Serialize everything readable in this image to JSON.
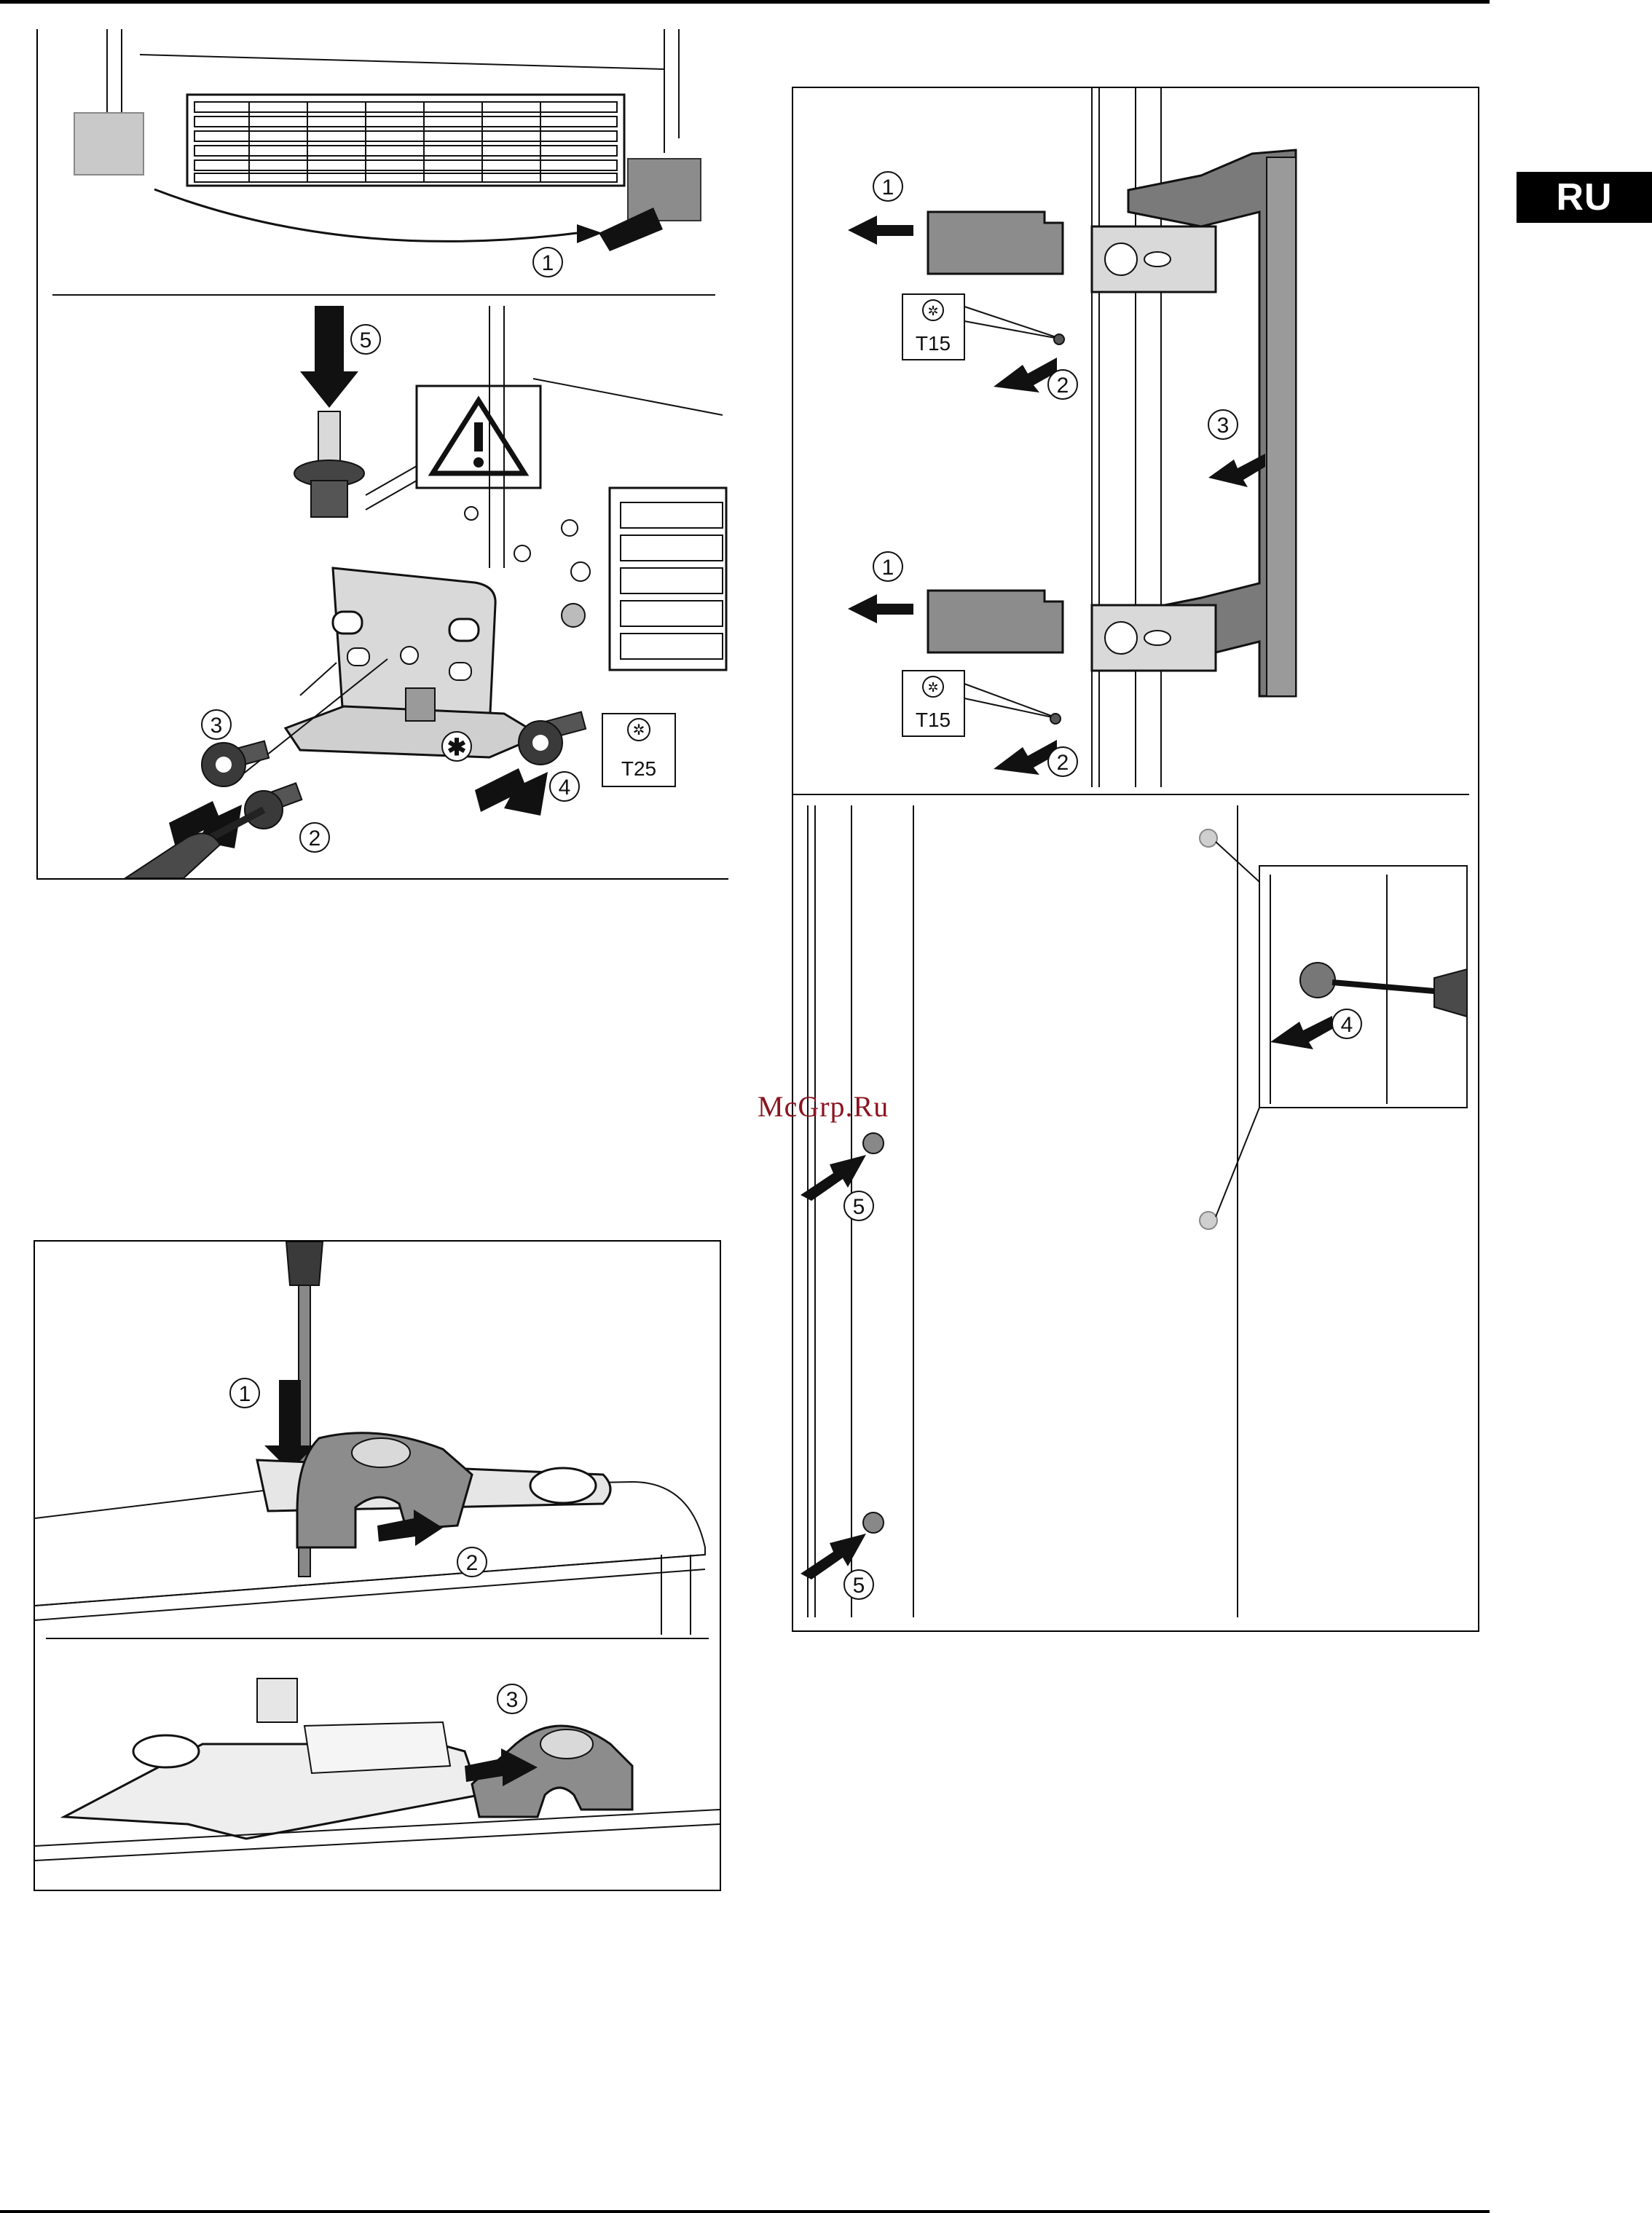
{
  "page": {
    "language_tab": "RU",
    "watermark": "McGrp.Ru"
  },
  "figure_hinge": {
    "callouts": [
      "1",
      "2",
      "3",
      "4",
      "5"
    ],
    "asterisk": "✱",
    "torx_label": "T25",
    "icons": [
      "warning-triangle-icon",
      "torx-icon",
      "screwdriver-icon",
      "arrow-icon"
    ]
  },
  "figure_door_lock": {
    "callouts": [
      "1",
      "2",
      "3"
    ],
    "icons": [
      "screwdriver-icon",
      "arrow-icon"
    ]
  },
  "figure_handle": {
    "callouts": [
      "1",
      "2",
      "3",
      "1",
      "2",
      "4",
      "5",
      "5"
    ],
    "torx_label_top": "T15",
    "torx_label_bottom": "T15",
    "icons": [
      "torx-icon",
      "screwdriver-icon",
      "arrow-icon"
    ]
  },
  "colors": {
    "ink": "#111111",
    "part_gray": "#8c8c8c",
    "light_gray": "#d9d9d9",
    "label_bg": "#000000",
    "watermark": "#8a1520"
  }
}
